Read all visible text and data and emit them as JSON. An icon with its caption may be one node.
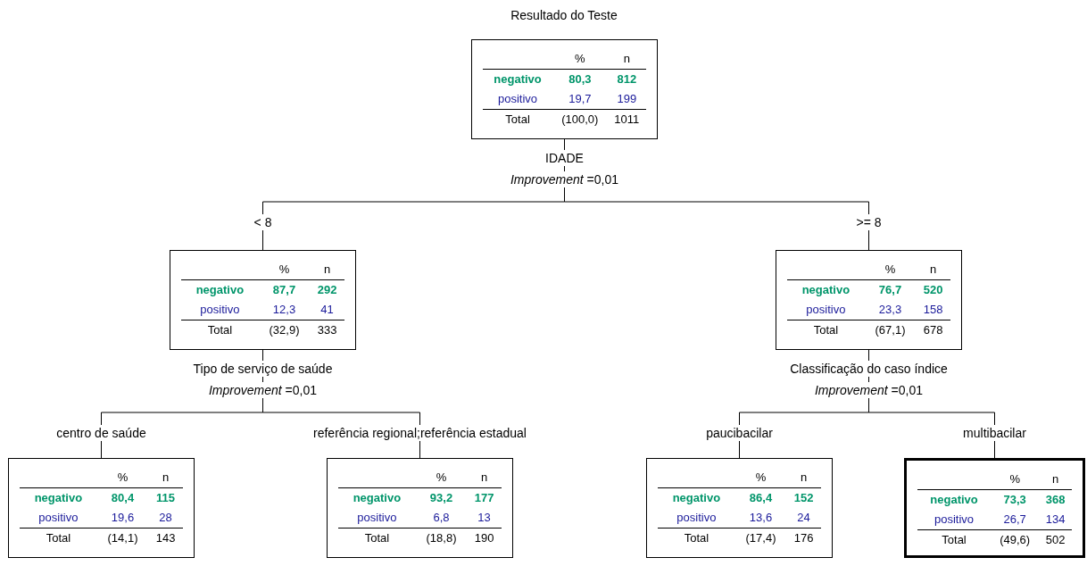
{
  "diagram": {
    "title": "Resultado do Teste",
    "nodes": [
      {
        "text": [
          "%",
          "n",
          "negativo",
          "80,3",
          "812",
          "positivo",
          "19,7",
          "199",
          "Total",
          "(100,0)",
          "1011"
        ],
        "beside": [
          "IDADE",
          "*Improvement* =0,01"
        ]
      },
      {
        "text": [
          "%",
          "n",
          "negativo",
          "87,7",
          "292",
          "positivo",
          "12,3",
          "41",
          "Total",
          "(32,9)",
          "333"
        ],
        "beside": [
          "Tipo de serviço de saúde",
          "*Improvement* =0,01"
        ]
      },
      {
        "text": [
          "%",
          "n",
          "negativo",
          "76,7",
          "520",
          "positivo",
          "23,3",
          "158",
          "Total",
          "(67,1)",
          "678"
        ],
        "beside": [
          "Classificação do caso índice",
          "*Improvement* =0,01"
        ]
      },
      {
        "text": [
          "%",
          "n",
          "negativo",
          "80,4",
          "115",
          "positivo",
          "19,6",
          "28",
          "Total",
          "(14,1)",
          "143"
        ]
      },
      {
        "text": [
          "%",
          "n",
          "negativo",
          "93,2",
          "177",
          "positivo",
          "6,8",
          "13",
          "Total",
          "(18,8)",
          "190"
        ]
      },
      {
        "text": [
          "%",
          "n",
          "negativo",
          "86,4",
          "152",
          "positivo",
          "13,6",
          "24",
          "Total",
          "(17,4)",
          "176"
        ]
      },
      {
        "text": [
          "%",
          "n",
          "negativo",
          "73,3",
          "368",
          "positivo",
          "26,7",
          "134",
          "Total",
          "(49,6)",
          "502"
        ]
      }
    ],
    "edges": [
      {
        "from": 0,
        "to": 1,
        "arrow": "none",
        "label": "< 8"
      },
      {
        "from": 0,
        "to": 2,
        "arrow": "none",
        "label": ">= 8"
      },
      {
        "from": 1,
        "to": 3,
        "arrow": "none",
        "label": "centro de saúde"
      },
      {
        "from": 1,
        "to": 4,
        "arrow": "none",
        "label": "referência regional;referência estadual"
      },
      {
        "from": 2,
        "to": 5,
        "arrow": "none",
        "label": "paucibacilar"
      },
      {
        "from": 2,
        "to": 6,
        "arrow": "none",
        "label": "multibacilar"
      }
    ]
  }
}
